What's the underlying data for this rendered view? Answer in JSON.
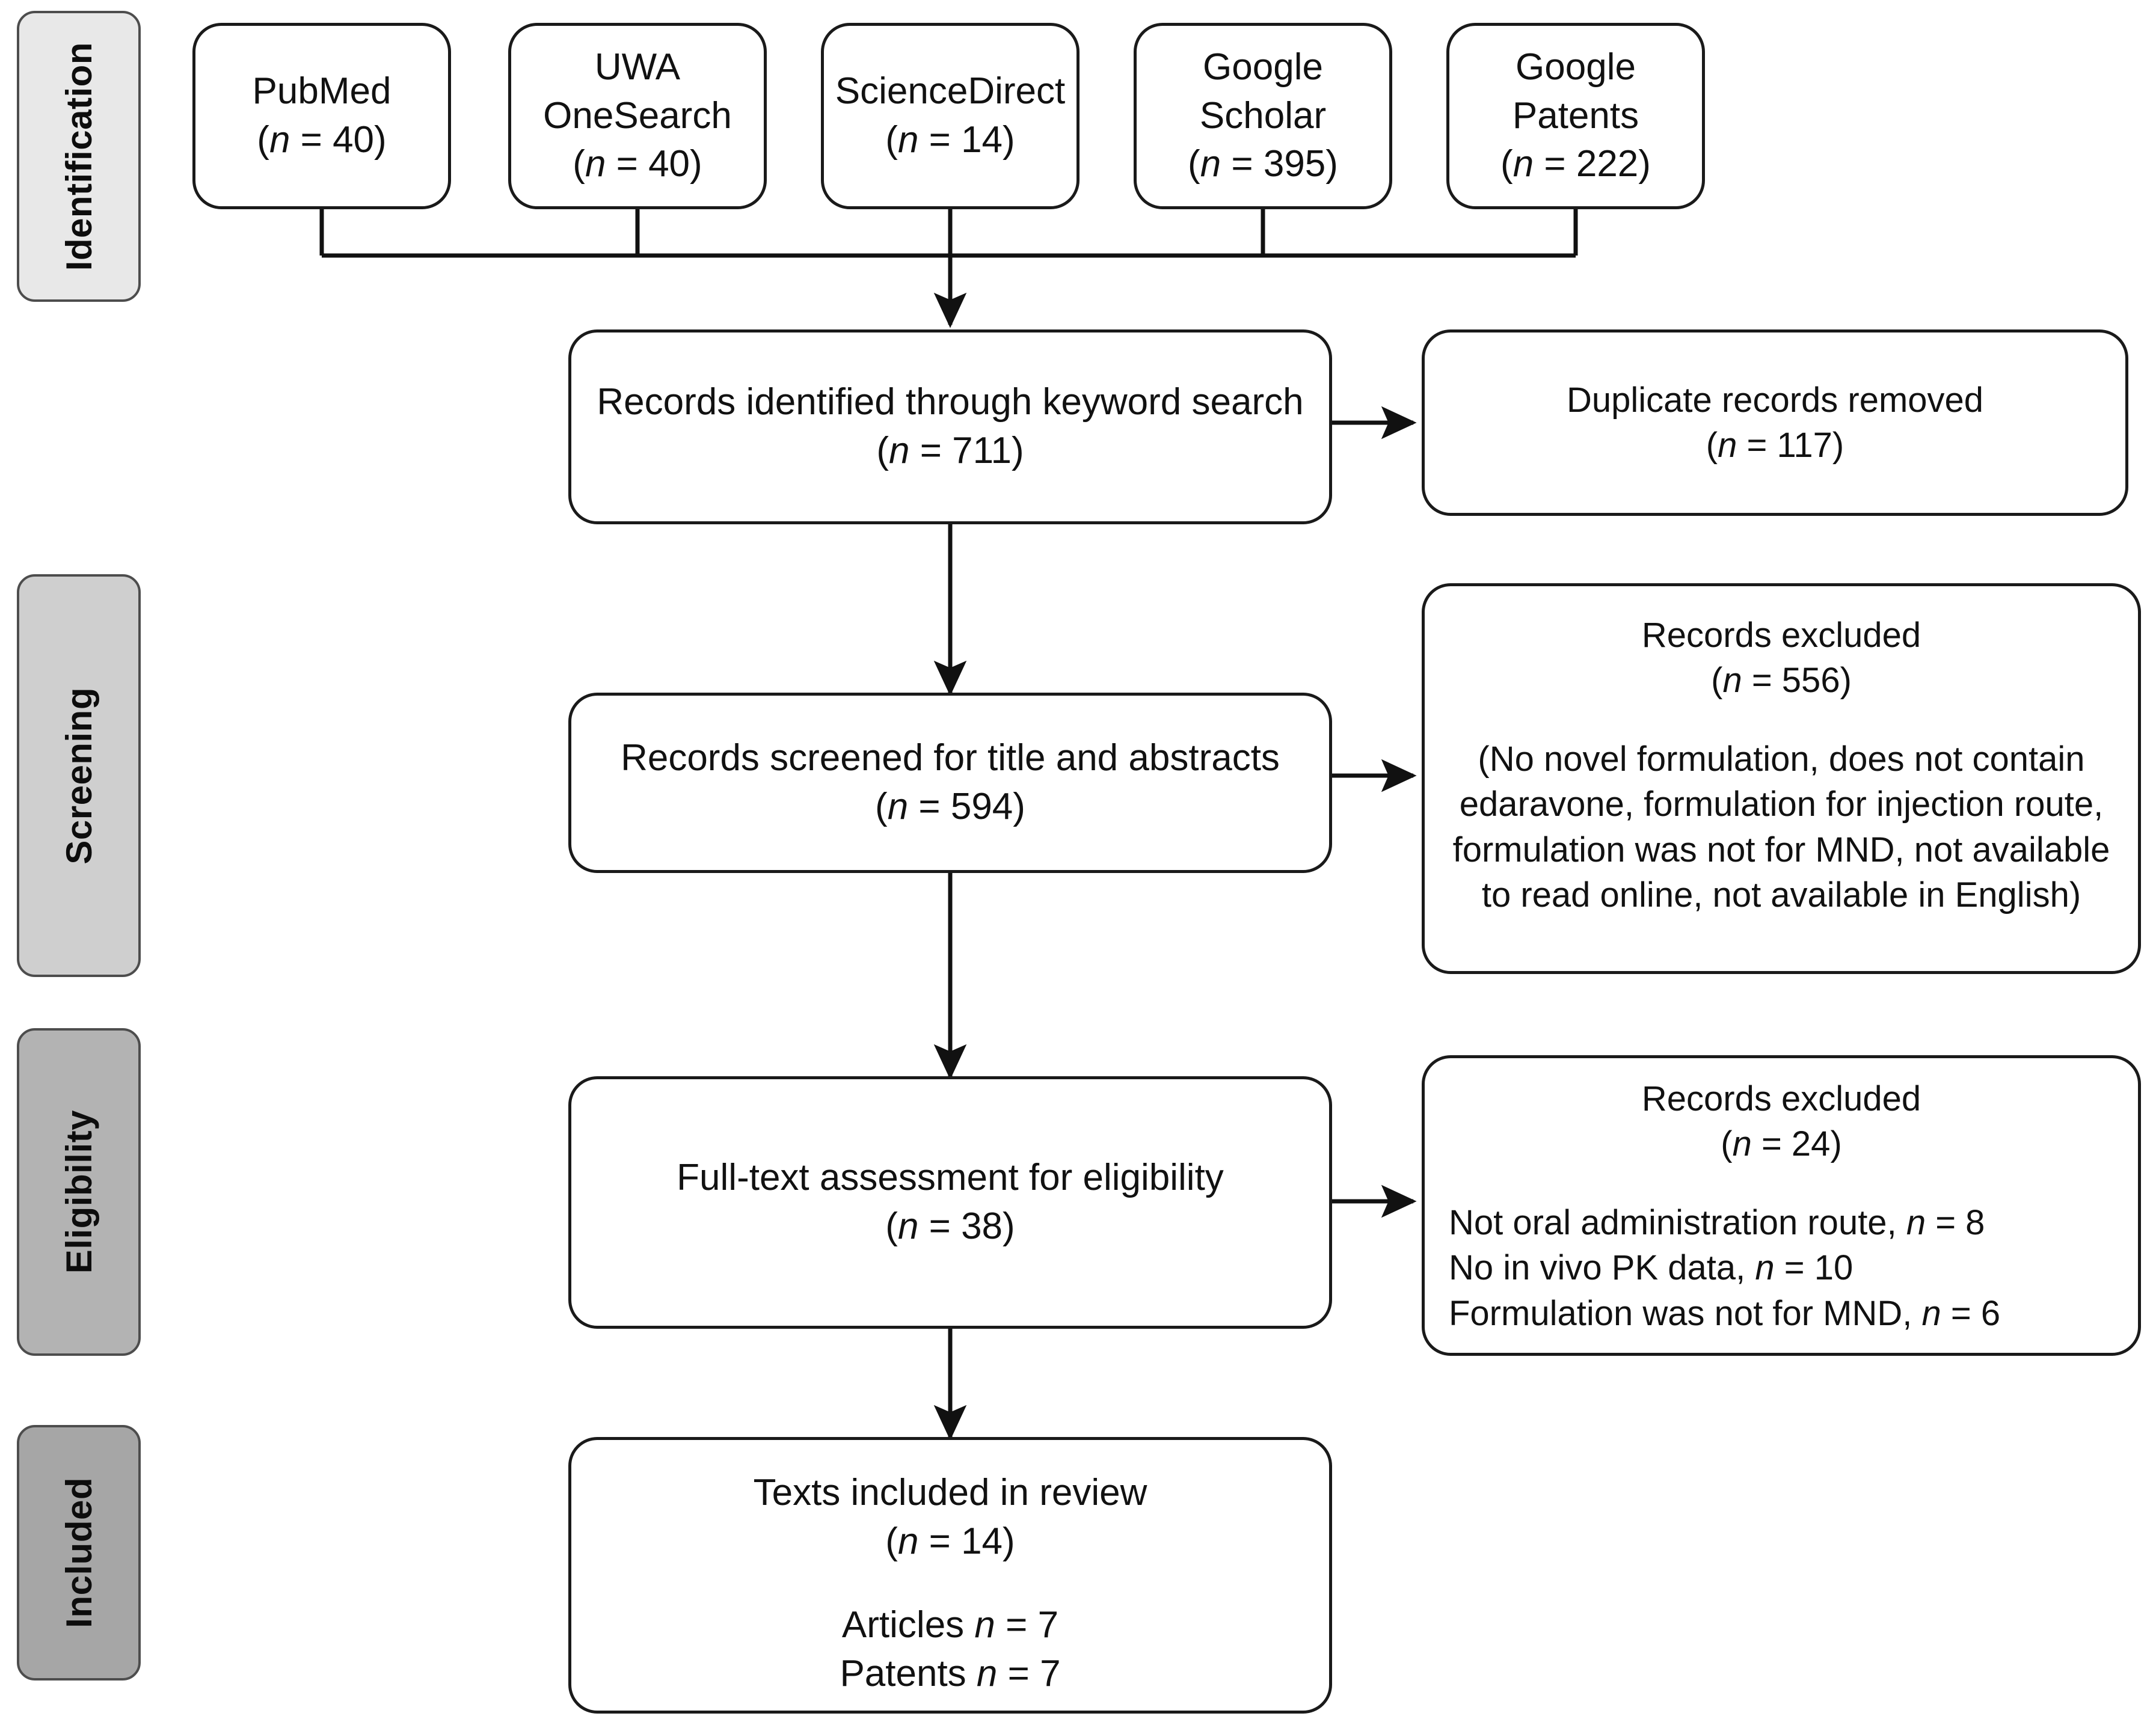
{
  "diagram": {
    "title": "PRISMA flow diagram",
    "type": "prisma-flowchart"
  },
  "stages": [
    {
      "id": "identification",
      "label": "Identification",
      "fill": "#e8e8e8"
    },
    {
      "id": "screening",
      "label": "Screening",
      "fill": "#cfcfcf"
    },
    {
      "id": "eligibility",
      "label": "Eligibility",
      "fill": "#b3b3b3"
    },
    {
      "id": "included",
      "label": "Included",
      "fill": "#a6a6a6"
    }
  ],
  "sources": [
    {
      "id": "pubmed",
      "name": "PubMed",
      "count_text": "(n = 40)",
      "n": 40
    },
    {
      "id": "uwa-onesearch",
      "name": "UWA\nOneSearch",
      "name_line1": "UWA",
      "name_line2": "OneSearch",
      "count_text": "(n = 40)",
      "n": 40
    },
    {
      "id": "sciencedirect",
      "name": "ScienceDirect",
      "count_text": "(n = 14)",
      "n": 14
    },
    {
      "id": "google-scholar",
      "name_line1": "Google",
      "name_line2": "Scholar",
      "count_text": "(n = 395)",
      "n": 395
    },
    {
      "id": "google-patents",
      "name_line1": "Google",
      "name_line2": "Patents",
      "count_text": "(n = 222)",
      "n": 222
    }
  ],
  "flow": {
    "identified": {
      "title": "Records identified through keyword search",
      "count_text": "(n = 711)",
      "n": 711
    },
    "duplicates_removed": {
      "title": "Duplicate records removed",
      "count_text": "(n = 117)",
      "n": 117
    },
    "screened": {
      "title": "Records screened for title and abstracts",
      "count_text": "(n = 594)",
      "n": 594
    },
    "excluded_screening": {
      "title": "Records excluded",
      "count_text": "(n = 556)",
      "n": 556,
      "reasons_text": "(No novel formulation, does not contain edaravone, formulation for injection route, formulation was not for MND, not available to read online, not available in English)"
    },
    "fulltext": {
      "title": "Full-text assessment for eligibility",
      "count_text": "(n = 38)",
      "n": 38
    },
    "excluded_eligibility": {
      "title": "Records excluded",
      "count_text": "(n = 24)",
      "n": 24,
      "reasons": [
        {
          "label": "Not oral administration route,",
          "count_text": "n = 8",
          "n": 8
        },
        {
          "label": "No in vivo PK data,",
          "count_text": "n = 10",
          "n": 10
        },
        {
          "label": "Formulation was not for MND,",
          "count_text": "n = 6",
          "n": 6
        }
      ]
    },
    "included": {
      "title": "Texts included in review",
      "count_text": "(n = 14)",
      "n": 14,
      "breakdown": [
        {
          "label": "Articles",
          "count_text": "n = 7",
          "n": 7
        },
        {
          "label": "Patents",
          "count_text": "n = 7",
          "n": 7
        }
      ]
    }
  },
  "colors": {
    "stroke": "#1a1a1a",
    "background": "#ffffff",
    "text": "#111111"
  }
}
